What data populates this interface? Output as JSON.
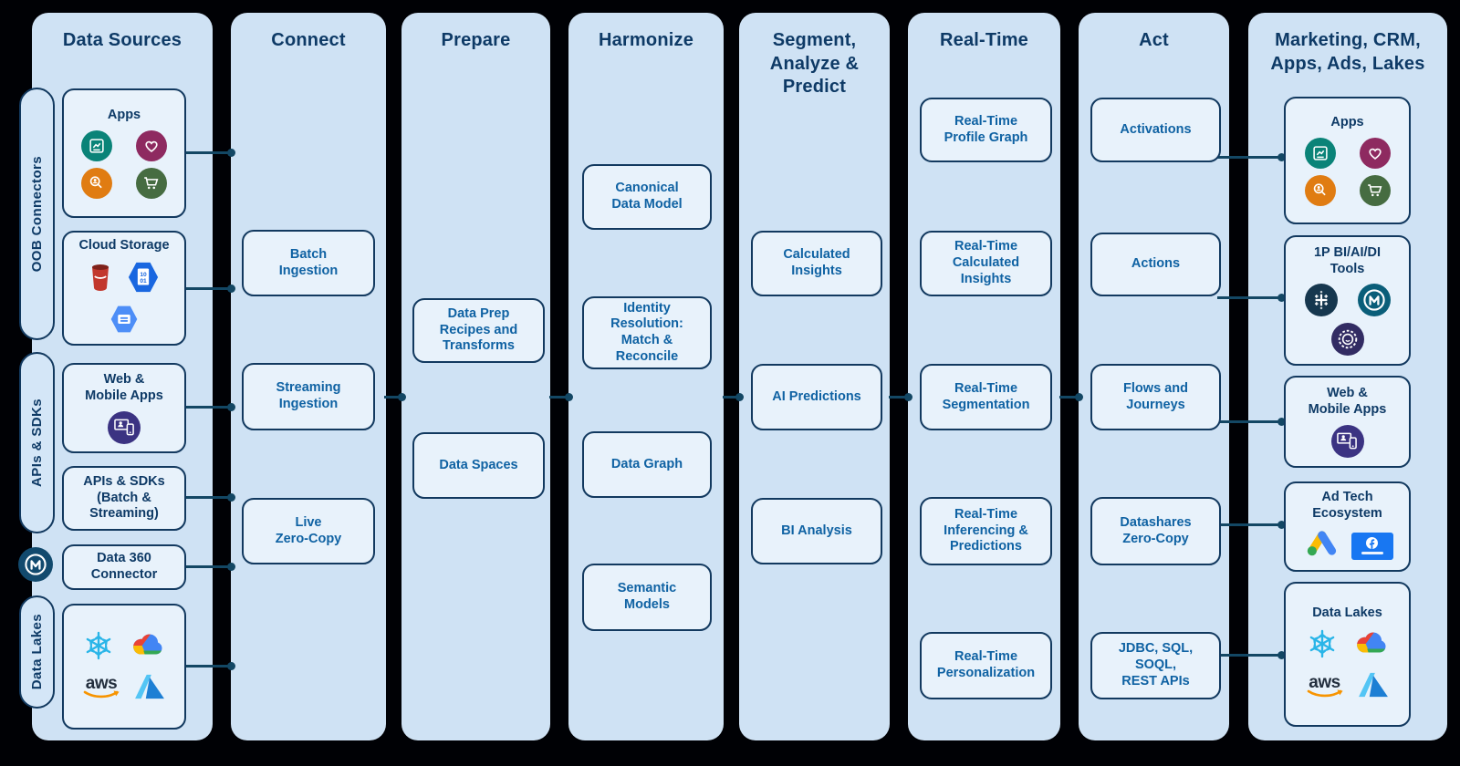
{
  "colors": {
    "background": "#000105",
    "panel": "#cfe2f4",
    "box_fill": "#e8f2fb",
    "box_border": "#12395f",
    "title_text": "#0e3a66",
    "label_text": "#0f62a3",
    "connector": "#134764",
    "snowflake_blue": "#29b5e8",
    "facebook_blue": "#1877f2",
    "aws_orange": "#f79400"
  },
  "rails": [
    {
      "label": "OOB Connectors"
    },
    {
      "label": "APIs & SDKs"
    },
    {
      "label": "Data Lakes"
    }
  ],
  "rail_icon": "mulesoft-icon",
  "columns": [
    {
      "title": "Data Sources",
      "boxes": [
        {
          "label": "Apps",
          "icons": [
            "chart-app-icon",
            "heart-app-icon",
            "search-app-icon",
            "cart-app-icon"
          ]
        },
        {
          "label": "Cloud Storage",
          "icons": [
            "aws-s3-icon",
            "gcp-binary-hexagon-icon",
            "gcp-bars-hexagon-icon"
          ]
        },
        {
          "label": "Web &\nMobile Apps",
          "icons": [
            "web-mobile-icon"
          ]
        },
        {
          "label": "APIs & SDKs\n(Batch &\nStreaming)"
        },
        {
          "label": "Data 360\nConnector"
        },
        {
          "label": "",
          "icons": [
            "snowflake-icon",
            "google-cloud-icon",
            "aws-icon",
            "azure-icon"
          ]
        }
      ]
    },
    {
      "title": "Connect",
      "boxes": [
        {
          "label": "Batch\nIngestion"
        },
        {
          "label": "Streaming\nIngestion"
        },
        {
          "label": "Live\nZero-Copy"
        }
      ]
    },
    {
      "title": "Prepare",
      "boxes": [
        {
          "label": "Data Prep\nRecipes and\nTransforms"
        },
        {
          "label": "Data Spaces"
        }
      ]
    },
    {
      "title": "Harmonize",
      "boxes": [
        {
          "label": "Canonical\nData Model"
        },
        {
          "label": "Identity\nResolution:\nMatch &\nReconcile"
        },
        {
          "label": "Data Graph"
        },
        {
          "label": "Semantic\nModels"
        }
      ]
    },
    {
      "title": "Segment,\nAnalyze &\nPredict",
      "boxes": [
        {
          "label": "Calculated\nInsights"
        },
        {
          "label": "AI Predictions"
        },
        {
          "label": "BI Analysis"
        }
      ]
    },
    {
      "title": "Real-Time",
      "boxes": [
        {
          "label": "Real-Time\nProfile Graph"
        },
        {
          "label": "Real-Time\nCalculated\nInsights"
        },
        {
          "label": "Real-Time\nSegmentation"
        },
        {
          "label": "Real-Time\nInferencing &\nPredictions"
        },
        {
          "label": "Real-Time\nPersonalization"
        }
      ]
    },
    {
      "title": "Act",
      "boxes": [
        {
          "label": "Activations"
        },
        {
          "label": "Actions"
        },
        {
          "label": "Flows and\nJourneys"
        },
        {
          "label": "Datashares\nZero-Copy"
        },
        {
          "label": "JDBC, SQL,\nSOQL,\nREST APIs"
        }
      ]
    },
    {
      "title": "Marketing, CRM,\nApps, Ads, Lakes",
      "boxes": [
        {
          "label": "Apps",
          "icons": [
            "chart-app-icon",
            "heart-app-icon",
            "search-app-icon",
            "cart-app-icon"
          ]
        },
        {
          "label": "1P BI/AI/DI\nTools",
          "icons": [
            "tableau-icon",
            "mulesoft-icon",
            "einstein-gear-icon"
          ]
        },
        {
          "label": "Web &\nMobile Apps",
          "icons": [
            "web-mobile-icon"
          ]
        },
        {
          "label": "Ad Tech\nEcosystem",
          "icons": [
            "google-ads-icon",
            "facebook-tile-icon"
          ]
        },
        {
          "label": "Data Lakes",
          "icons": [
            "snowflake-icon",
            "google-cloud-icon",
            "aws-icon",
            "azure-icon"
          ]
        }
      ]
    }
  ],
  "logos": {
    "aws": "aws",
    "binary_top": "10",
    "binary_bottom": "01"
  },
  "connections": [
    {
      "from": "Apps",
      "to": "Connect"
    },
    {
      "from": "Cloud Storage",
      "to": "Connect"
    },
    {
      "from": "Web & Mobile Apps",
      "to": "Connect"
    },
    {
      "from": "APIs & SDKs (Batch & Streaming)",
      "to": "Connect"
    },
    {
      "from": "Data 360 Connector",
      "to": "Connect"
    },
    {
      "from": "Data Lakes",
      "to": "Connect"
    },
    {
      "from": "Connect",
      "to": "Prepare"
    },
    {
      "from": "Prepare",
      "to": "Harmonize"
    },
    {
      "from": "Harmonize",
      "to": "Segment, Analyze & Predict"
    },
    {
      "from": "Segment, Analyze & Predict",
      "to": "Real-Time"
    },
    {
      "from": "Real-Time",
      "to": "Act"
    },
    {
      "from": "Activations",
      "to": "Apps"
    },
    {
      "from": "Actions",
      "to": "1P BI/AI/DI Tools"
    },
    {
      "from": "Flows and Journeys",
      "to": "Web & Mobile Apps"
    },
    {
      "from": "Datashares Zero-Copy",
      "to": "Ad Tech Ecosystem"
    },
    {
      "from": "JDBC, SQL, SOQL, REST APIs",
      "to": "Data Lakes"
    }
  ]
}
